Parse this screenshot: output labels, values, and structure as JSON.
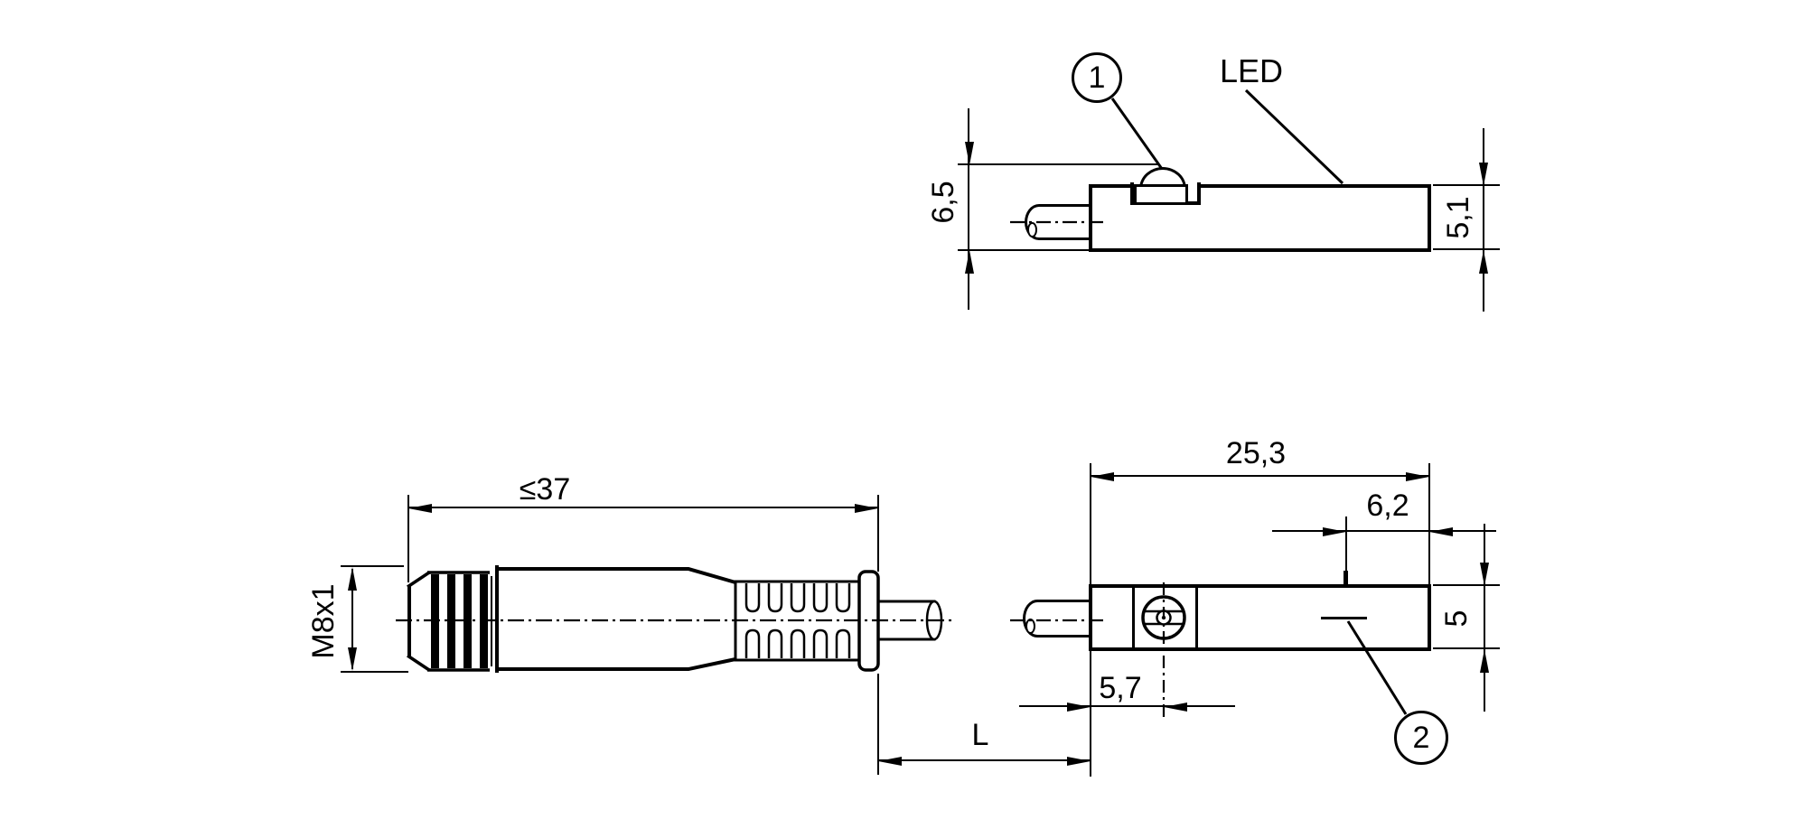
{
  "colors": {
    "ink": "#000000",
    "background": "#ffffff"
  },
  "views": {
    "top": {
      "callout_1": "1",
      "led_label": "LED",
      "dim_overall_height": "6,5",
      "dim_housing_height": "5,1"
    },
    "side": {
      "dim_body_length": "25,3",
      "dim_sensing_offset": "6,2",
      "dim_body_height": "5",
      "dim_screw_offset": "5,7",
      "callout_2": "2"
    },
    "connector": {
      "dim_connector_length": "≤37",
      "dim_thread": "M8x1",
      "dim_cable_length": "L"
    }
  }
}
